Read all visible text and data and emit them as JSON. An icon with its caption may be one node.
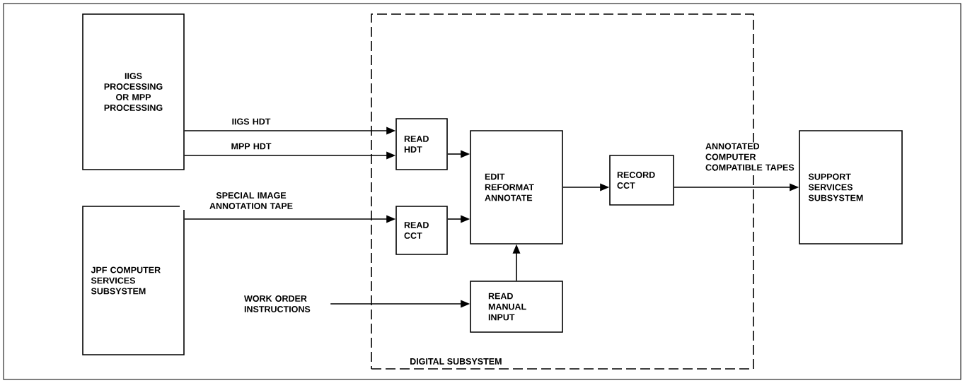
{
  "diagram": {
    "nodes": [
      {
        "text": [
          "IIGS PROCESSING OR MPP PROCESSING"
        ]
      },
      {
        "text": [
          "JPF COMPUTER SERVICES SUBSYSTEM"
        ]
      },
      {
        "text": [
          "DIGITAL SUBSYSTEM"
        ]
      },
      {
        "text": [
          "READ HDT"
        ],
        "in": 2
      },
      {
        "text": [
          "READ CCT"
        ],
        "in": 2
      },
      {
        "text": [
          "EDIT REFORMAT ANNOTATE"
        ],
        "in": 2
      },
      {
        "text": [
          "RECORD CCT"
        ],
        "in": 2
      },
      {
        "text": [
          "READ MANUAL INPUT"
        ],
        "in": 2
      },
      {
        "text": [
          "WORK ORDER INSTRUCTIONS"
        ]
      },
      {
        "text": [
          "SUPPORT SERVICES SUBSYSTEM"
        ]
      }
    ],
    "edges": [
      {
        "from": 0,
        "to": 3,
        "arrow": "to",
        "label": "IIGS HDT"
      },
      {
        "from": 0,
        "to": 3,
        "arrow": "to",
        "label": "MPP HDT"
      },
      {
        "from": 1,
        "to": 4,
        "arrow": "to",
        "label": "SPECIAL IMAGE ANNOTATION TAPE"
      },
      {
        "from": 3,
        "to": 5,
        "arrow": "to"
      },
      {
        "from": 4,
        "to": 5,
        "arrow": "to"
      },
      {
        "from": 7,
        "to": 5,
        "arrow": "to"
      },
      {
        "from": 5,
        "to": 6,
        "arrow": "to"
      },
      {
        "from": 6,
        "to": 9,
        "arrow": "to",
        "label": "ANNOTATED COMPUTER COMPATIBLE TAPES"
      },
      {
        "from": 8,
        "to": 7,
        "arrow": "to"
      }
    ]
  }
}
